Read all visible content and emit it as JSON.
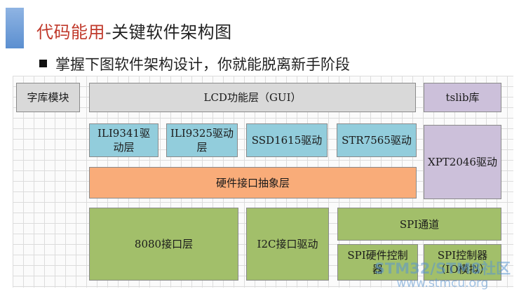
{
  "header": {
    "title_accent": "代码能用",
    "title_sep": "-",
    "title_rest": "关键软件架构图",
    "subtitle": "掌握下图软件架构设计，你就能脱离新手阶段"
  },
  "diagram": {
    "font_lib": "字库模块",
    "lcd_layer": "LCD功能层（GUI）",
    "tslib": "tslib库",
    "ili9341": "ILI9341驱动层",
    "ili9325": "ILI9325驱动层",
    "ssd1615": "SSD1615驱动",
    "str7565": "STR7565驱动",
    "xpt2046": "XPT2046驱动",
    "hw_abstraction": "硬件接口抽象层",
    "if_8080": "8080接口层",
    "i2c_driver": "I2C接口驱动",
    "spi_channel": "SPI通道",
    "spi_hw_controller": "SPI硬件控制器",
    "spi_sw_controller": "SPI控制器（IO模拟）"
  },
  "watermark": {
    "top": "STM32/STM8社区",
    "bottom": "www.stmcu.org"
  },
  "colors": {
    "gray": "#d9d9d9",
    "purple": "#ccc0da",
    "blue": "#92cddc",
    "orange": "#f9ac79",
    "green": "#a2bf6a"
  }
}
